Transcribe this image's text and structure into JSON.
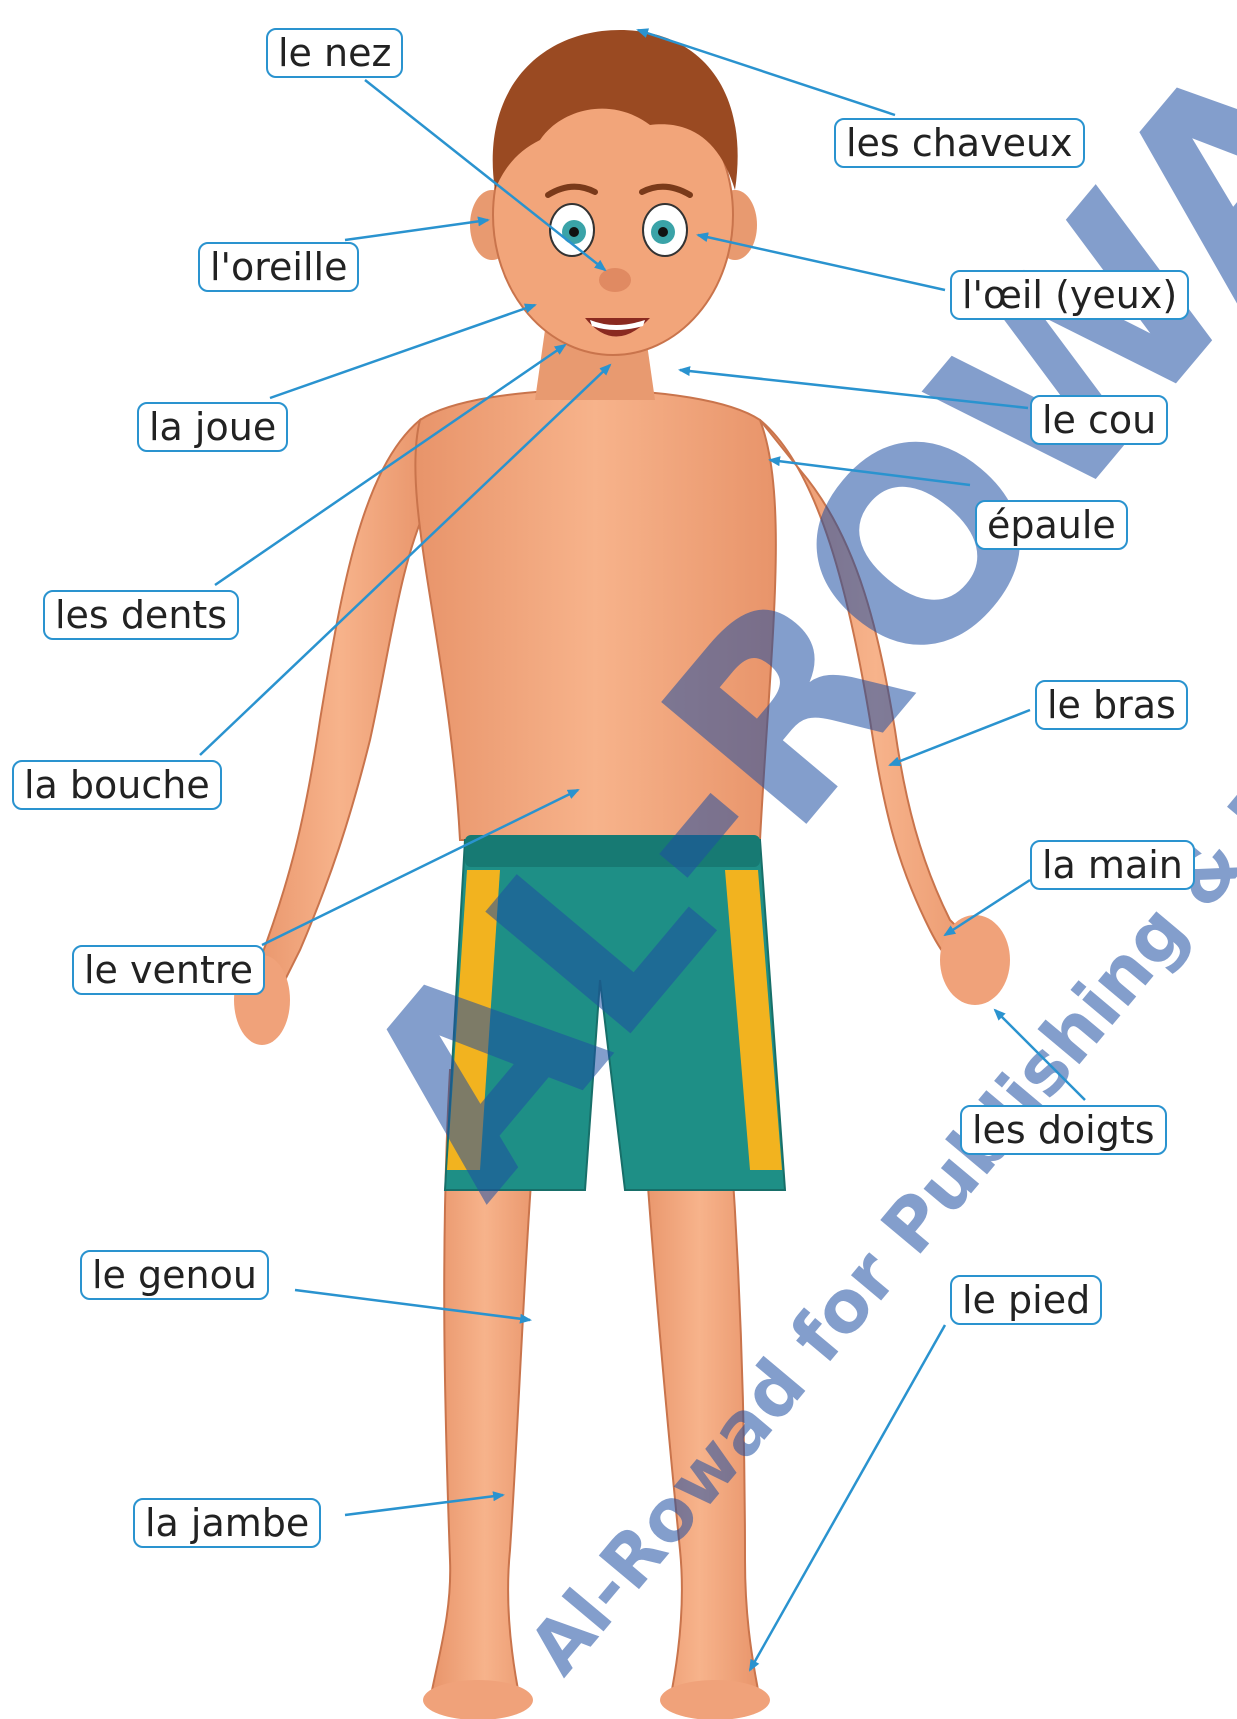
{
  "labels": {
    "nez": "le nez",
    "cheveux": "les chaveux",
    "oreille": "l'oreille",
    "oeil": "l'œil (yeux)",
    "joue": "la joue",
    "cou": "le cou",
    "epaule": "épaule",
    "dents": "les dents",
    "bras": "le bras",
    "bouche": "la bouche",
    "main": "la main",
    "ventre": "le ventre",
    "doigts": "les doigts",
    "genou": "le genou",
    "pied": "le pied",
    "jambe": "la jambe"
  },
  "watermark": {
    "main": "AL-ROWAD",
    "sub": "Al-Rowad for Publishing & Distribution"
  },
  "colors": {
    "leader_line": "#2a93cf",
    "skin": "#f2a57a",
    "hair": "#9a4a22",
    "shorts": "#1e8f86",
    "shorts_stripe": "#f2b31f",
    "watermark": "#1f4fa3"
  }
}
